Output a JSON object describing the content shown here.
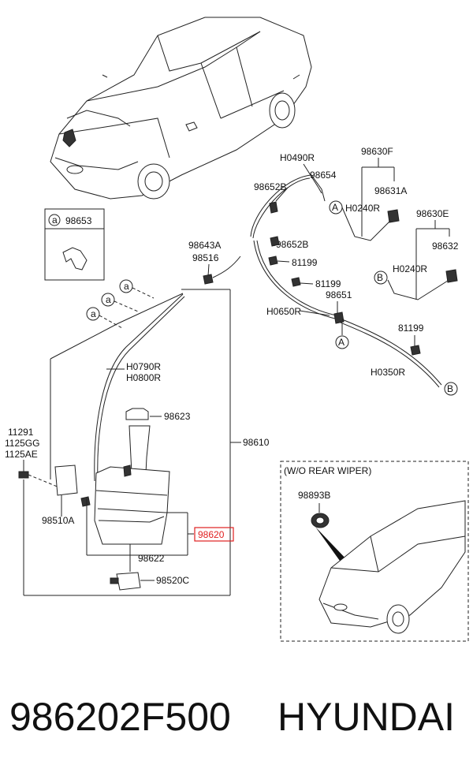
{
  "labels": {
    "H0490R": "H0490R",
    "p98654": "98654",
    "p98652B_a": "98652B",
    "p98630F": "98630F",
    "p98631A": "98631A",
    "H0240R_a": "H0240R",
    "p98630E": "98630E",
    "p98632": "98632",
    "H0240R_b": "H0240R",
    "p98653": "98653",
    "p98643A": "98643A",
    "p98516": "98516",
    "p98652B_b": "98652B",
    "p81199_a": "81199",
    "p81199_b": "81199",
    "p98651": "98651",
    "H0650R": "H0650R",
    "p81199_c": "81199",
    "H0350R": "H0350R",
    "H0790R": "H0790R",
    "H0800R": "H0800R",
    "p98623": "98623",
    "p98610": "98610",
    "p11291": "11291",
    "p1125GG": "1125GG",
    "p1125AE": "1125AE",
    "p98510A": "98510A",
    "p98620": "98620",
    "p98622": "98622",
    "p98520C": "98520C",
    "wo_rear_wiper": "(W/O REAR WIPER)",
    "p98893B": "98893B"
  },
  "markers": {
    "A": "A",
    "B": "B",
    "a": "a"
  },
  "footer": {
    "part_number": "986202F500",
    "brand": "HYUNDAI"
  },
  "colors": {
    "highlight": "#e02020"
  }
}
